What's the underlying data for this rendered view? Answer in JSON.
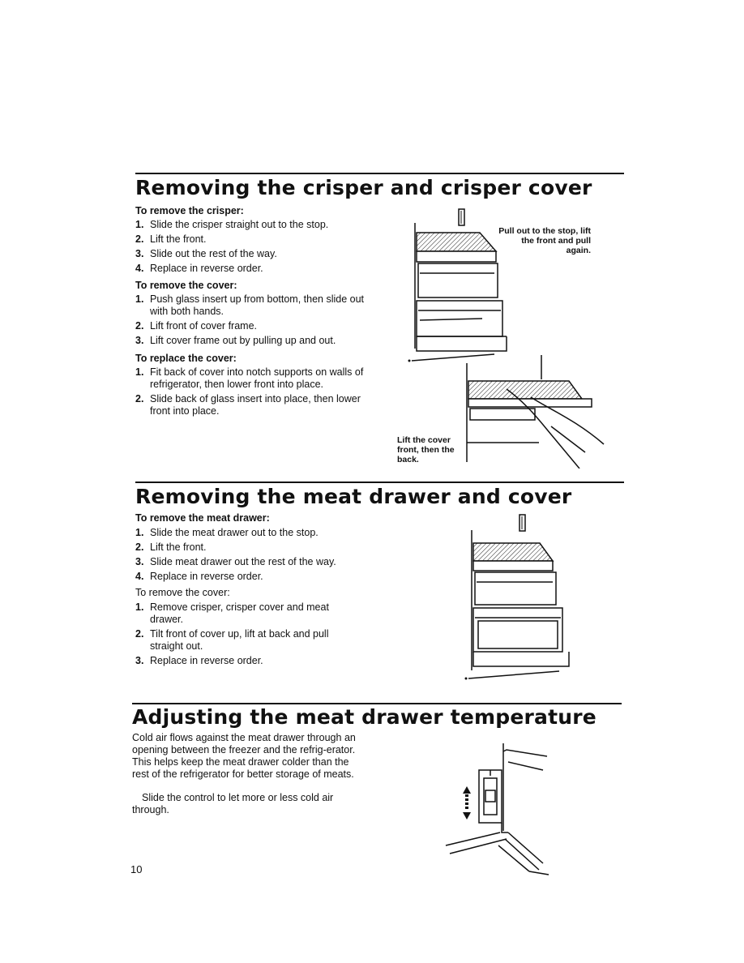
{
  "section1": {
    "title": "Removing the crisper and crisper cover",
    "remove_crisper": {
      "heading": "To remove the crisper:",
      "steps": [
        {
          "num": "1.",
          "text": "Slide the crisper straight out to the stop."
        },
        {
          "num": "2.",
          "text": "Lift the front."
        },
        {
          "num": "3.",
          "text": "Slide out the rest of the way."
        },
        {
          "num": "4.",
          "text": "Replace in reverse order."
        }
      ]
    },
    "remove_cover": {
      "heading": "To remove the cover:",
      "steps": [
        {
          "num": "1.",
          "text": "Push glass insert up from bottom, then slide out with both hands."
        },
        {
          "num": "2.",
          "text": "Lift front of cover frame."
        },
        {
          "num": "3.",
          "text": "Lift cover frame out by pulling up and out."
        }
      ]
    },
    "replace_cover": {
      "heading": "To replace the cover:",
      "steps": [
        {
          "num": "1.",
          "text": "Fit back of cover into notch supports on walls of refrigerator, then lower front into place."
        },
        {
          "num": "2.",
          "text": "Slide back of glass insert into place, then lower front into place."
        }
      ]
    },
    "callout_pull": "Pull out to the stop, lift the front and pull again.",
    "callout_lift": "Lift the cover front, then the back."
  },
  "section2": {
    "title": "Removing the meat drawer and cover",
    "remove_drawer": {
      "heading": "To remove the meat drawer:",
      "steps": [
        {
          "num": "1.",
          "text": "Slide the meat drawer out to the stop."
        },
        {
          "num": "2.",
          "text": "Lift the front."
        },
        {
          "num": "3.",
          "text": "Slide meat drawer out the rest of the way."
        },
        {
          "num": "4.",
          "text": "Replace in reverse order."
        }
      ]
    },
    "remove_cover": {
      "heading": "To remove the cover:",
      "steps": [
        {
          "num": "1.",
          "text": "Remove crisper, crisper cover and meat drawer."
        },
        {
          "num": "2.",
          "text": "Tilt front of cover up, lift at back and pull straight out."
        },
        {
          "num": "3.",
          "text": "Replace in reverse order."
        }
      ]
    }
  },
  "section3": {
    "title": "Adjusting the meat drawer temperature",
    "para1": "Cold air flows against the meat drawer through an opening between the freezer and the refrig-erator. This helps keep the meat drawer colder than the rest of the refrigerator for better storage of meats.",
    "para2": "Slide the control to let more or less cold air through."
  },
  "page_number": "10"
}
